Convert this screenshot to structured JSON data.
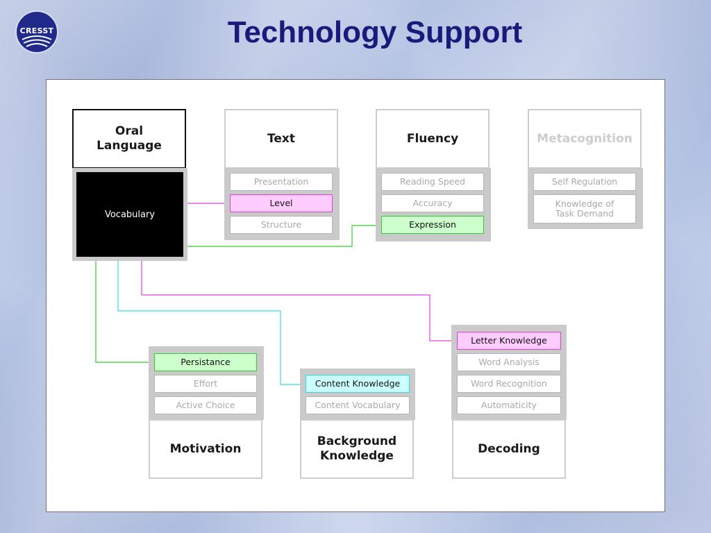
{
  "logo": {
    "text": "CRESST"
  },
  "title": "Technology Support",
  "diagram": {
    "oral_language": {
      "label": "Oral\nLanguage",
      "sub": "Vocabulary"
    },
    "text": {
      "label": "Text",
      "items": [
        "Presentation",
        "Level",
        "Structure"
      ]
    },
    "fluency": {
      "label": "Fluency",
      "items": [
        "Reading Speed",
        "Accuracy",
        "Expression"
      ]
    },
    "metacognition": {
      "label": "Metacognition",
      "items": [
        "Self Regulation",
        "Knowledge of\nTask Demand"
      ]
    },
    "motivation": {
      "label": "Motivation",
      "items": [
        "Persistance",
        "Effort",
        "Active Choice"
      ]
    },
    "background_knowledge": {
      "label": "Background\nKnowledge",
      "items": [
        "Content Knowledge",
        "Content Vocabulary"
      ]
    },
    "decoding": {
      "label": "Decoding",
      "items": [
        "Letter Knowledge",
        "Word Analysis",
        "Word Recognition",
        "Automaticity"
      ]
    }
  },
  "colors": {
    "title": "#1a1a7a",
    "link_pink": "#e040e0",
    "link_green": "#33cc33",
    "link_cyan": "#33dddd",
    "highlight_pink": "#ffccff",
    "highlight_green": "#ccffcc",
    "highlight_cyan": "#ccffff"
  }
}
